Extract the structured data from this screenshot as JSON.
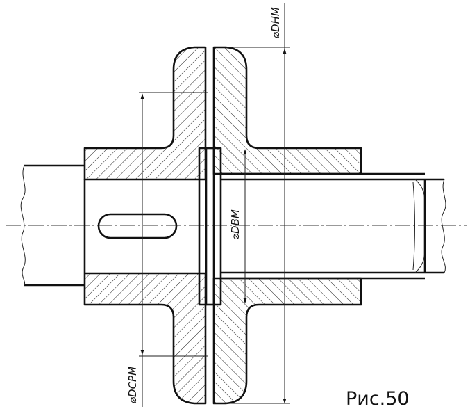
{
  "labels": {
    "d_outer": "⌀DНМ",
    "d_inner": "⌀DВМ",
    "d_mean": "⌀DСРМ"
  },
  "caption": "Рис.50"
}
